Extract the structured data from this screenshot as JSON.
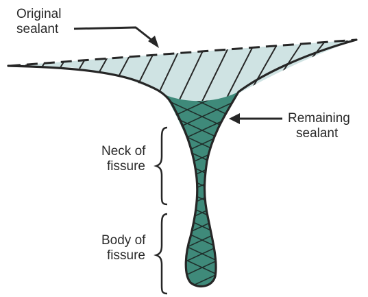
{
  "labels": {
    "original_sealant": [
      "Original",
      "sealant"
    ],
    "remaining_sealant": [
      "Remaining",
      "sealant"
    ],
    "neck_of_fissure": [
      "Neck of",
      "fissure"
    ],
    "body_of_fissure": [
      "Body of",
      "fissure"
    ]
  },
  "colors": {
    "outline": "#262626",
    "original_sealant_fill": "#cfe3e3",
    "remaining_sealant_fill": "#3f8a7a",
    "background": "#ffffff"
  }
}
